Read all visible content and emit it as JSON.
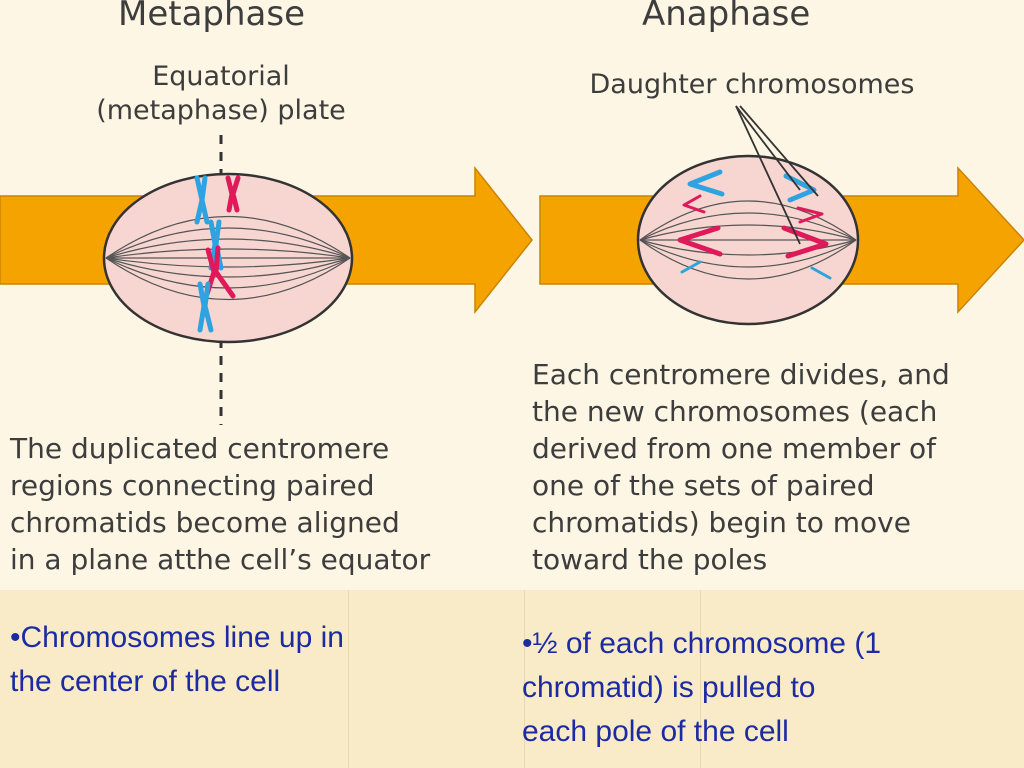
{
  "metaphase": {
    "title": "Metaphase",
    "label_line1": "Equatorial",
    "label_line2": "(metaphase) plate",
    "description": [
      "The duplicated centromere",
      "regions connecting paired",
      "chromatids become aligned",
      "in a plane atthe cell’s equator"
    ],
    "caption": [
      "•Chromosomes line up in",
      "the center of the cell"
    ]
  },
  "anaphase": {
    "title": "Anaphase",
    "label": "Daughter chromosomes",
    "description": [
      "Each centromere divides, and",
      "the new chromosomes (each",
      "derived from one member of",
      "one of the sets of paired",
      "chromatids) begin to move",
      "toward the poles"
    ],
    "caption": [
      "•½ of each chromosome (1",
      "chromatid) is pulled to",
      "each pole of the cell"
    ]
  },
  "colors": {
    "arrow": "#f5a300",
    "cell_fill": "#f7d6d1",
    "chromosome_blue": "#2fa3e0",
    "chromosome_red": "#e0195a",
    "caption_text": "#1c2ba3"
  }
}
